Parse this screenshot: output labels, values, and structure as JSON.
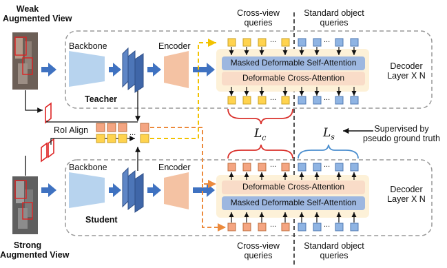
{
  "inputs": {
    "weak_label": [
      "Weak",
      "Augmented View"
    ],
    "strong_label": [
      "Strong",
      "Augmented View"
    ]
  },
  "teacher": {
    "backbone": "Backbone",
    "encoder": "Encoder",
    "name": "Teacher"
  },
  "student": {
    "backbone": "Backbone",
    "encoder": "Encoder",
    "name": "Student"
  },
  "roi_align": "RoI Align",
  "queries": {
    "cross_view": [
      "Cross-view",
      "queries"
    ],
    "standard": [
      "Standard object",
      "queries"
    ],
    "cross_view_bottom": [
      "Cross-view",
      "queries"
    ],
    "standard_bottom": [
      "Standard object",
      "queries"
    ]
  },
  "decoder_top": {
    "masked_attention": "Masked Deformable Self-Attention",
    "cross_attention": "Deformable Cross-Attention",
    "label": [
      "Decoder",
      "Layer X N"
    ]
  },
  "decoder_bottom": {
    "cross_attention": "Deformable Cross-Attention",
    "masked_attention": "Masked Deformable Self-Attention",
    "label": [
      "Decoder",
      "Layer X N"
    ]
  },
  "losses": {
    "lc_main": "L",
    "lc_sub": "c",
    "ls_main": "L",
    "ls_sub": "s"
  },
  "supervision": [
    "Supervised by",
    "pseudo ground truth"
  ],
  "ellipsis": "...",
  "colors": {
    "cross_query_yellow": "#ffd34e",
    "cross_query_orange": "#f4a582",
    "standard_query_blue": "#8fb4e3",
    "backbone": "#b7d3ee",
    "encoder": "#f4c2a3",
    "decoder_bg": "#fdf1d8",
    "masked_attn": "#9db7e0",
    "cross_attn": "#f9dcc8",
    "arrow_blue": "#3f72c1",
    "dash_yellow": "#f2c200",
    "dash_orange": "#ec8a3c",
    "brace_red": "#d9302b",
    "brace_blue": "#4c8fcf"
  }
}
